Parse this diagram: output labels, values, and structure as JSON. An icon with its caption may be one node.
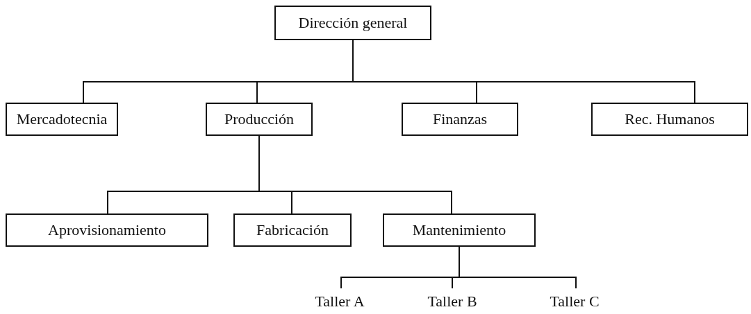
{
  "diagram": {
    "nodes": [
      {
        "text": [
          "Dirección general"
        ]
      },
      {
        "text": [
          "Mercadotecnia"
        ]
      },
      {
        "text": [
          "Producción"
        ]
      },
      {
        "text": [
          "Finanzas"
        ]
      },
      {
        "text": [
          "Rec. Humanos"
        ]
      },
      {
        "text": [
          "Aprovisionamiento"
        ]
      },
      {
        "text": [
          "Fabricación"
        ]
      },
      {
        "text": [
          "Mantenimiento"
        ]
      },
      {
        "text": [
          "Taller A"
        ]
      },
      {
        "text": [
          "Taller B"
        ]
      },
      {
        "text": [
          "Taller C"
        ]
      }
    ],
    "edges": [
      {
        "from": 0,
        "to": 1,
        "arrow": "none"
      },
      {
        "from": 0,
        "to": 2,
        "arrow": "none"
      },
      {
        "from": 0,
        "to": 3,
        "arrow": "none"
      },
      {
        "from": 0,
        "to": 4,
        "arrow": "none"
      },
      {
        "from": 2,
        "to": 5,
        "arrow": "none"
      },
      {
        "from": 2,
        "to": 6,
        "arrow": "none"
      },
      {
        "from": 2,
        "to": 7,
        "arrow": "none"
      },
      {
        "from": 7,
        "to": 8,
        "arrow": "none"
      },
      {
        "from": 7,
        "to": 9,
        "arrow": "none"
      },
      {
        "from": 7,
        "to": 10,
        "arrow": "none"
      }
    ]
  }
}
